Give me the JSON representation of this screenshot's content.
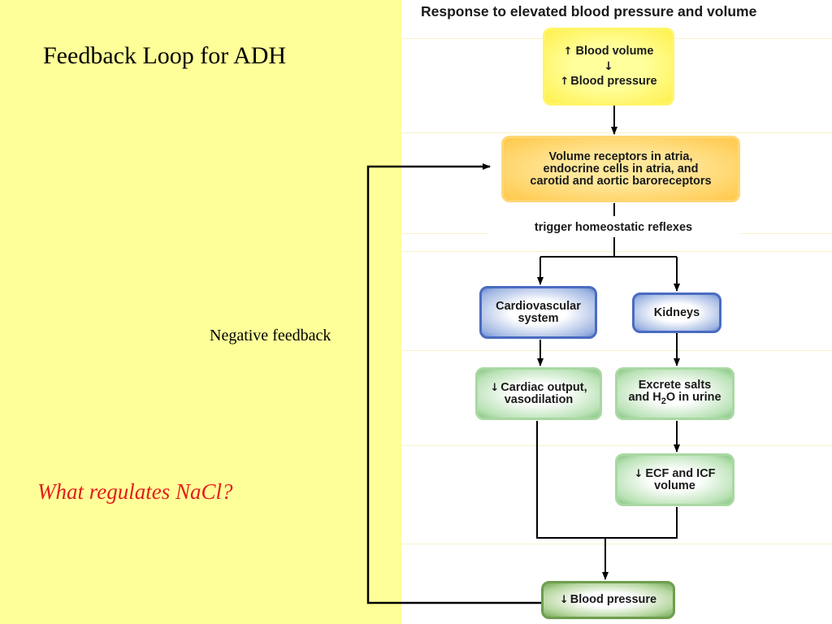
{
  "slide": {
    "title": "Feedback Loop for ADH",
    "question": "What regulates NaCl?",
    "feedback_label": "Negative feedback"
  },
  "diagram": {
    "heading": "Response to elevated blood pressure and volume",
    "stimulus": {
      "line1_arrow": "↑",
      "line1": "Blood volume",
      "line2_arrow": "↑",
      "line2": "Blood pressure"
    },
    "receptors": [
      "Volume receptors in atria,",
      "endocrine cells in atria, and",
      "carotid and aortic baroreceptors"
    ],
    "reflex_label": "trigger homeostatic reflexes",
    "cardiovascular": [
      "Cardiovascular",
      "system"
    ],
    "kidneys": "Kidneys",
    "cardiac_effect": {
      "arrow": "↓",
      "line1": "Cardiac output,",
      "line2": "vasodilation"
    },
    "kidney_effect": {
      "line1": "Excrete salts",
      "line2_pre": "and H",
      "line2_sub": "2",
      "line2_post": "O in urine"
    },
    "fluid_effect": {
      "arrow": "↓",
      "line1": "ECF and ICF",
      "line2": "volume"
    },
    "result": {
      "arrow": "↓",
      "label": "Blood pressure"
    }
  },
  "colors": {
    "slide_background": "#ffff99",
    "question_text": "#e31c1c",
    "box_yellow": "#fff04d",
    "box_orange": "#ffc84a",
    "box_blue_border": "#4a6cc0",
    "box_green": "#b9e2b5",
    "box_dark_green": "#76a856"
  }
}
